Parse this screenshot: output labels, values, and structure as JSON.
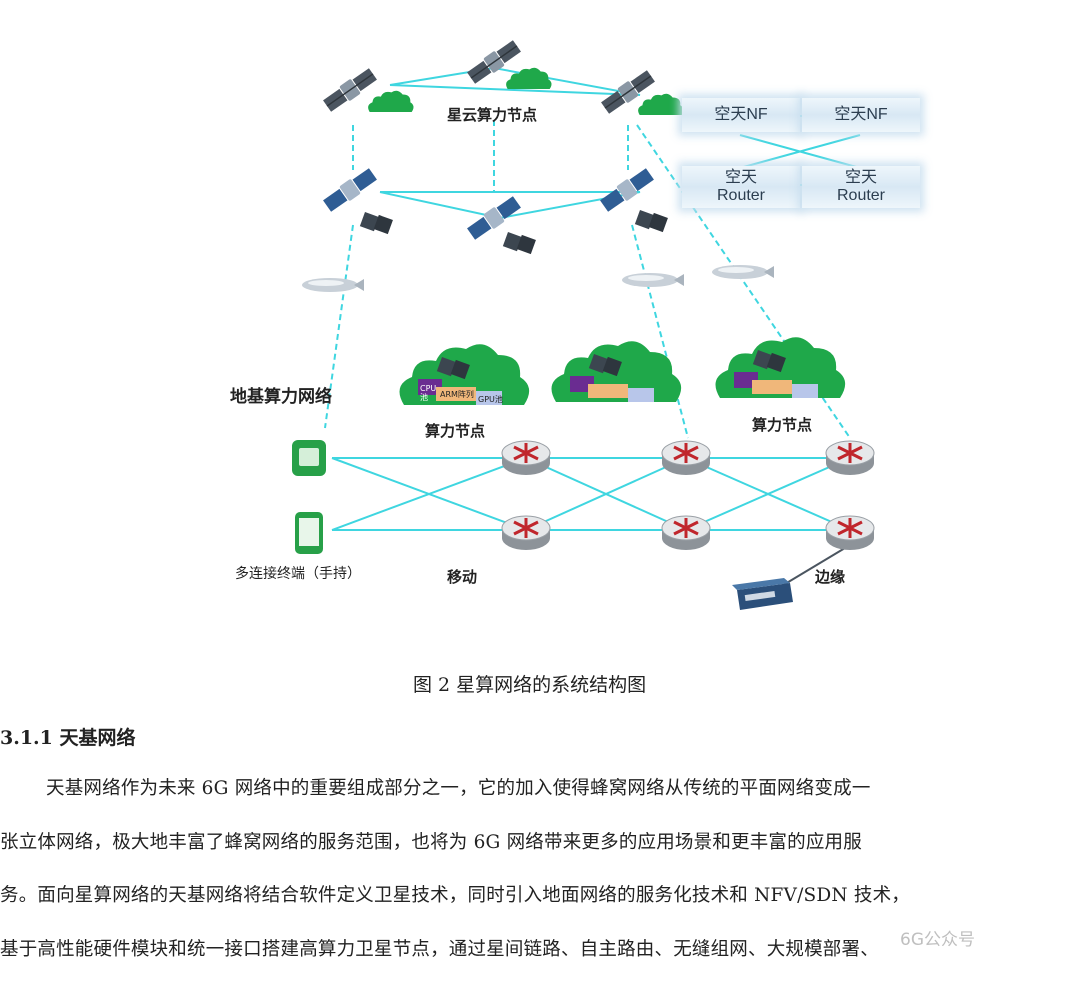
{
  "figure": {
    "label_star_cloud": "星云算力节点",
    "label_ground_network": "地基算力网络",
    "label_compute_node_1": "算力节点",
    "label_compute_node_2": "算力节点",
    "label_multi_terminal": "多连接终端（手持）",
    "label_mobile": "移动",
    "label_edge": "边缘",
    "nf_box_1": "空天NF",
    "nf_box_2": "空天NF",
    "router_box_1": "空天\nRouter",
    "router_box_2": "空天\nRouter",
    "pool_cpu": "CPU池",
    "pool_arm": "ARM阵列",
    "pool_gpu": "GPU池",
    "accent_color": "#3fd6e0",
    "cloud_color": "#1fa84a"
  },
  "caption": "图 2   星算网络的系统结构图",
  "section_heading": "3.1.1 天基网络",
  "paragraph_lines": [
    "天基网络作为未来 6G 网络中的重要组成部分之一，它的加入使得蜂窝网络从传统的平面网络变成一",
    "张立体网络，极大地丰富了蜂窝网络的服务范围，也将为 6G 网络带来更多的应用场景和更丰富的应用服",
    "务。面向星算网络的天基网络将结合软件定义卫星技术，同时引入地面网络的服务化技术和 NFV/SDN 技术，",
    "基于高性能硬件模块和统一接口搭建高算力卫星节点，通过星间链路、自主路由、无缝组网、大规模部署、"
  ],
  "watermark": "6G公众号"
}
